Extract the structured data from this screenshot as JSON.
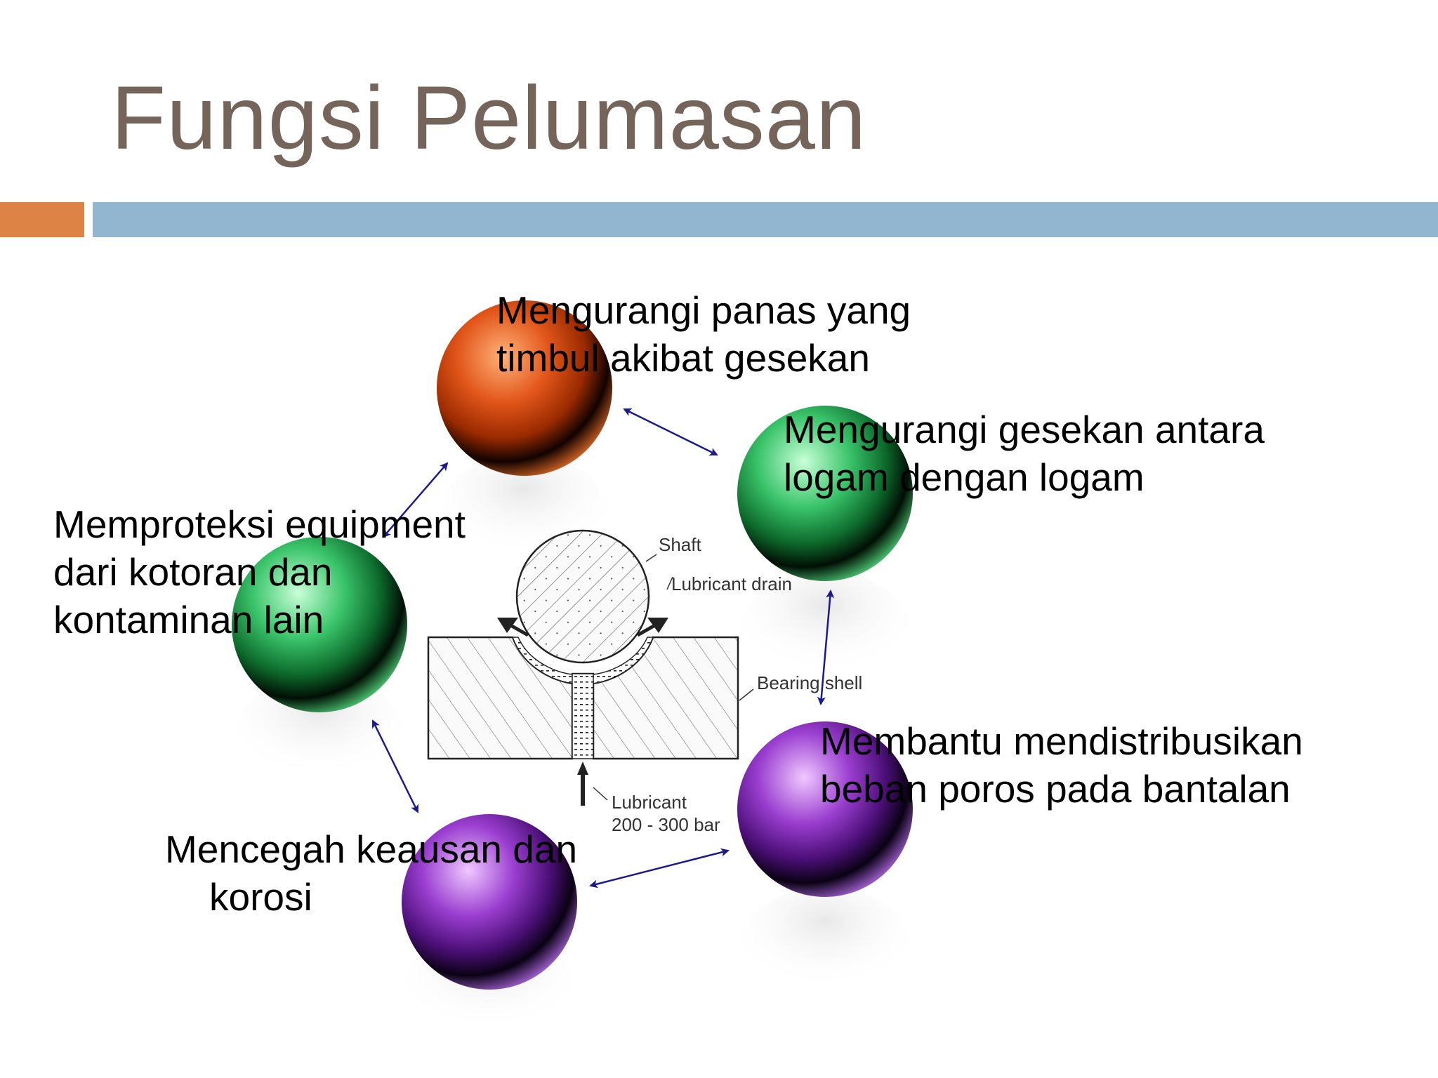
{
  "slide": {
    "title": "Fungsi Pelumasan",
    "accent_colors": {
      "title": "#74645a",
      "bar_left": "#de8346",
      "bar_right": "#92b5d0",
      "arrows": "#1a1a8c"
    }
  },
  "functions": [
    {
      "id": "reduce-heat",
      "color": "orange",
      "lines": [
        "Mengurangi panas yang",
        "timbul akibat gesekan"
      ]
    },
    {
      "id": "reduce-friction",
      "color": "green",
      "lines": [
        "Mengurangi gesekan antara",
        "logam dengan logam"
      ]
    },
    {
      "id": "distribute-load",
      "color": "purple",
      "lines": [
        "Membantu mendistribusikan",
        "beban poros pada bantalan"
      ]
    },
    {
      "id": "prevent-wear",
      "color": "purple",
      "lines": [
        "Mencegah keausan dan",
        "korosi"
      ]
    },
    {
      "id": "protect-equipment",
      "color": "green",
      "lines": [
        "Memproteksi equipment",
        "dari kotoran dan",
        "kontaminan lain"
      ]
    }
  ],
  "bearing_diagram": {
    "shaft": "Shaft",
    "drain": "Lubricant drain",
    "shell": "Bearing shell",
    "lubricant": "Lubricant",
    "pressure": "200 - 300 bar"
  }
}
